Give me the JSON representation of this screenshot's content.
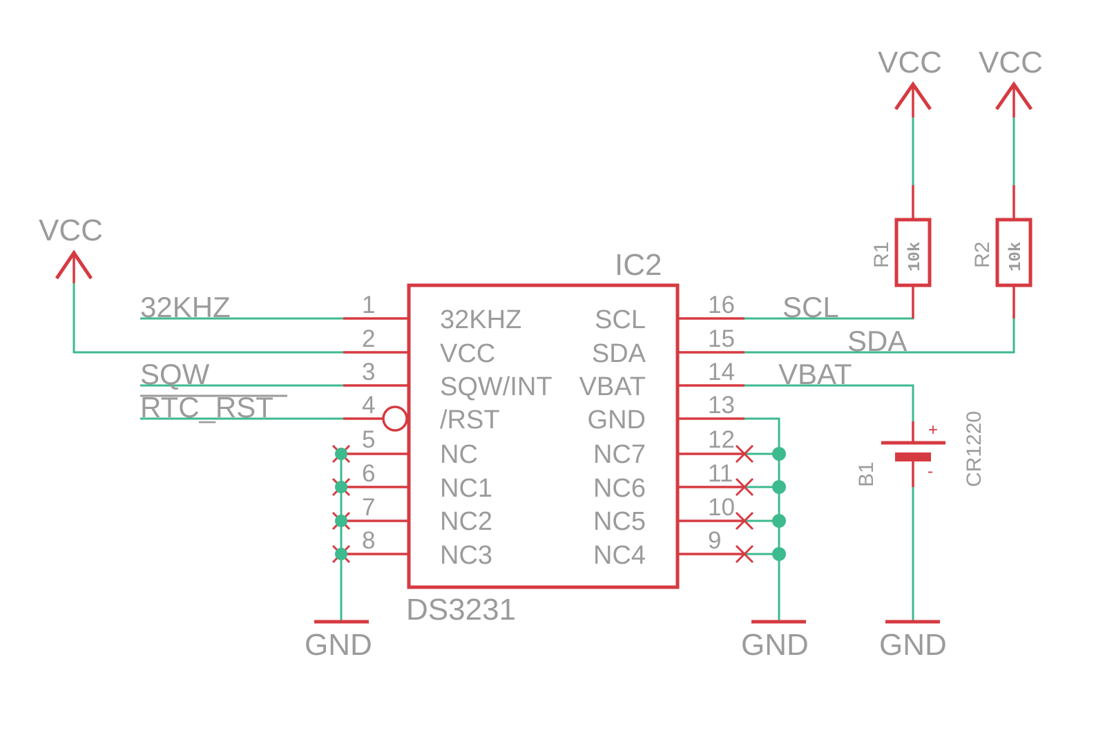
{
  "ic": {
    "ref": "IC2",
    "value": "DS3231",
    "left_pins": [
      {
        "num": "1",
        "name": "32KHZ"
      },
      {
        "num": "2",
        "name": "VCC"
      },
      {
        "num": "3",
        "name": "SQW/INT"
      },
      {
        "num": "4",
        "name": "/RST"
      },
      {
        "num": "5",
        "name": "NC"
      },
      {
        "num": "6",
        "name": "NC1"
      },
      {
        "num": "7",
        "name": "NC2"
      },
      {
        "num": "8",
        "name": "NC3"
      }
    ],
    "right_pins": [
      {
        "num": "16",
        "name": "SCL"
      },
      {
        "num": "15",
        "name": "SDA"
      },
      {
        "num": "14",
        "name": "VBAT"
      },
      {
        "num": "13",
        "name": "GND"
      },
      {
        "num": "12",
        "name": "NC7"
      },
      {
        "num": "11",
        "name": "NC6"
      },
      {
        "num": "10",
        "name": "NC5"
      },
      {
        "num": "9",
        "name": "NC4"
      }
    ]
  },
  "nets": {
    "n_32khz": "32KHZ",
    "sqw": "SQW",
    "rtc_rst": "RTC_RST",
    "scl": "SCL",
    "sda": "SDA",
    "vbat": "VBAT"
  },
  "power": {
    "vcc_left": "VCC",
    "vcc_r1": "VCC",
    "vcc_r2": "VCC",
    "gnd_left": "GND",
    "gnd_mid": "GND",
    "gnd_batt": "GND"
  },
  "resistors": [
    {
      "ref": "R1",
      "value": "10k"
    },
    {
      "ref": "R2",
      "value": "10k"
    }
  ],
  "battery": {
    "ref": "B1",
    "value": "CR1220",
    "plus": "+",
    "minus": "-"
  },
  "colors": {
    "wire": "#3dba8e",
    "part": "#d63a41",
    "text": "#9b9b9b"
  }
}
